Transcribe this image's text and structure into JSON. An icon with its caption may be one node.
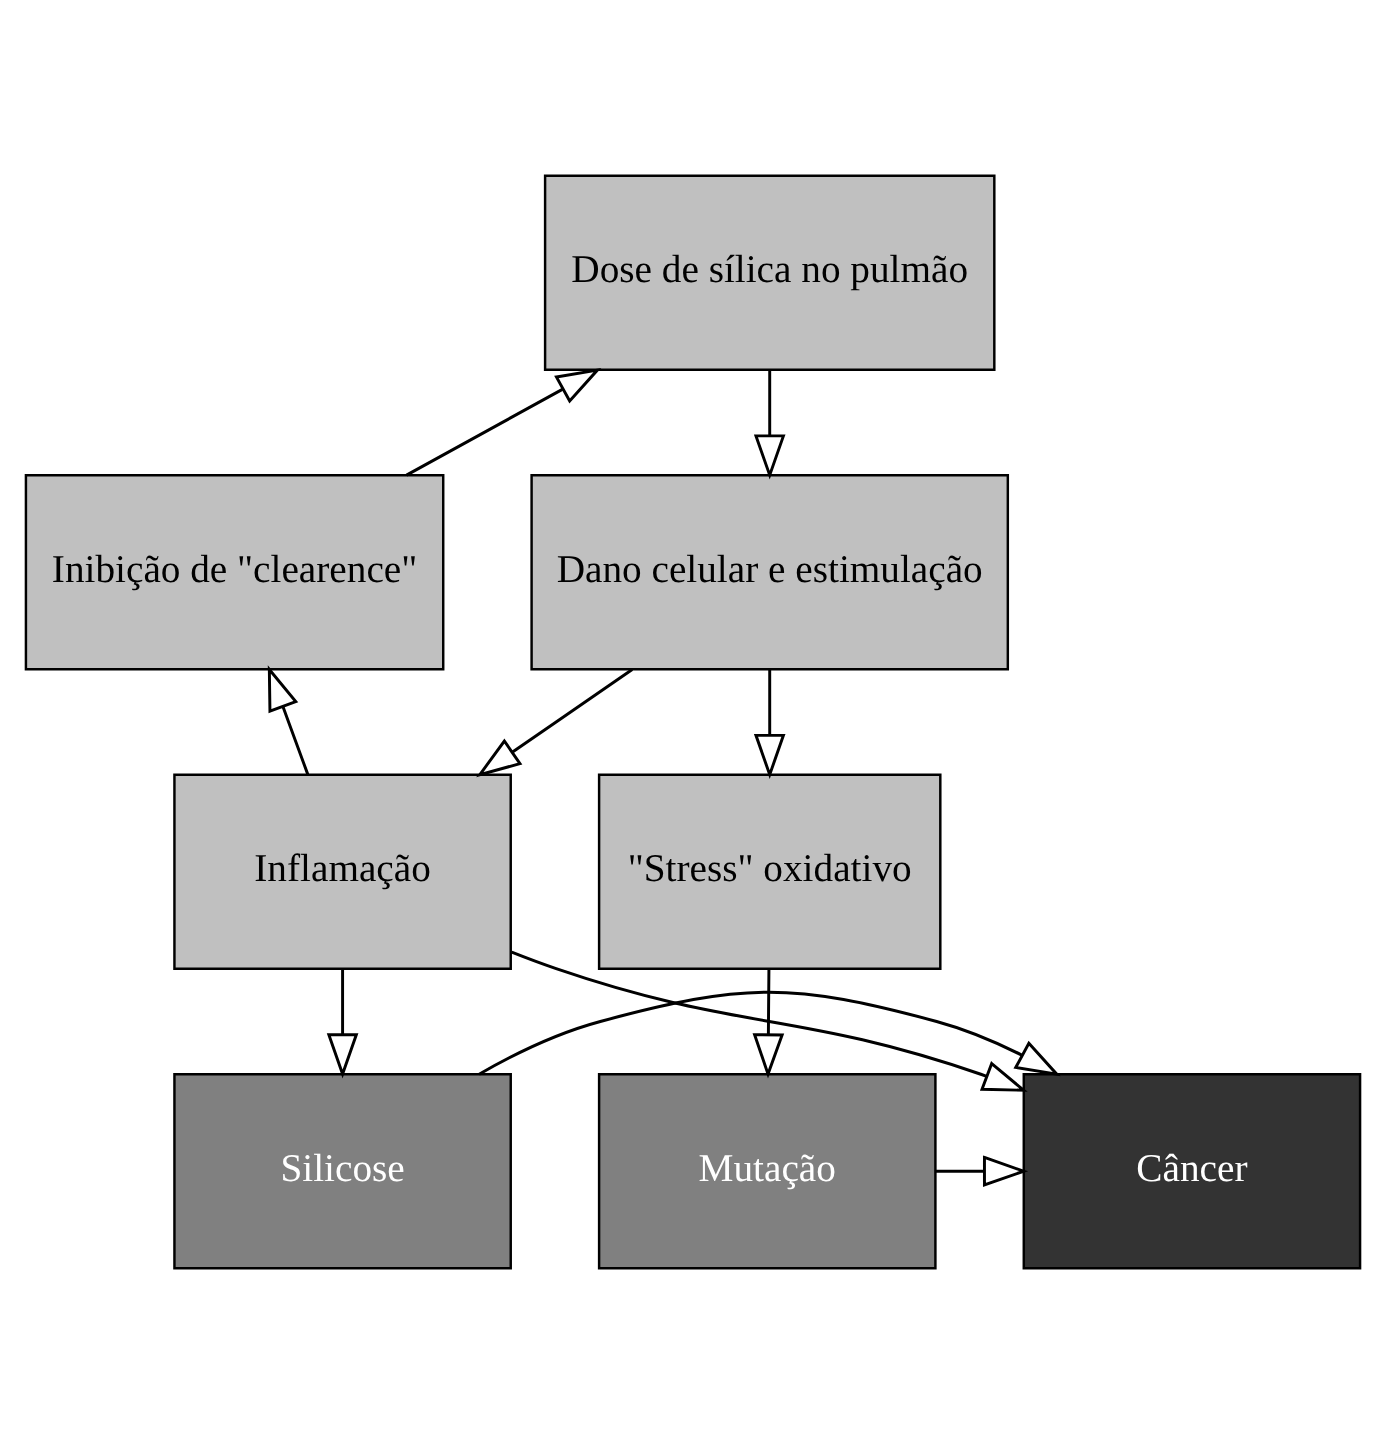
{
  "diagram": {
    "nodes": [
      {
        "text": [
          "Dose de sílica no pulmão"
        ]
      },
      {
        "text": [
          "Inibição de \"clearence\""
        ]
      },
      {
        "text": [
          "Dano celular e estimulação"
        ]
      },
      {
        "text": [
          "Inflamação"
        ]
      },
      {
        "text": [
          "\"Stress\" oxidativo"
        ]
      },
      {
        "text": [
          "Silicose"
        ]
      },
      {
        "text": [
          "Câncer"
        ]
      },
      {
        "text": [
          "Mutação"
        ]
      }
    ],
    "edges": [
      {
        "from": 0,
        "to": 2,
        "arrow": "to"
      },
      {
        "from": 2,
        "to": 3,
        "arrow": "to"
      },
      {
        "from": 2,
        "to": 4,
        "arrow": "to"
      },
      {
        "from": 3,
        "to": 1,
        "arrow": "to"
      },
      {
        "from": 1,
        "to": 0,
        "arrow": "to"
      },
      {
        "from": 3,
        "to": 5,
        "arrow": "to"
      },
      {
        "from": 3,
        "to": 6,
        "arrow": "to"
      },
      {
        "from": 4,
        "to": 7,
        "arrow": "to"
      },
      {
        "from": 5,
        "to": 6,
        "arrow": "to"
      },
      {
        "from": 7,
        "to": 6,
        "arrow": "to"
      }
    ]
  }
}
